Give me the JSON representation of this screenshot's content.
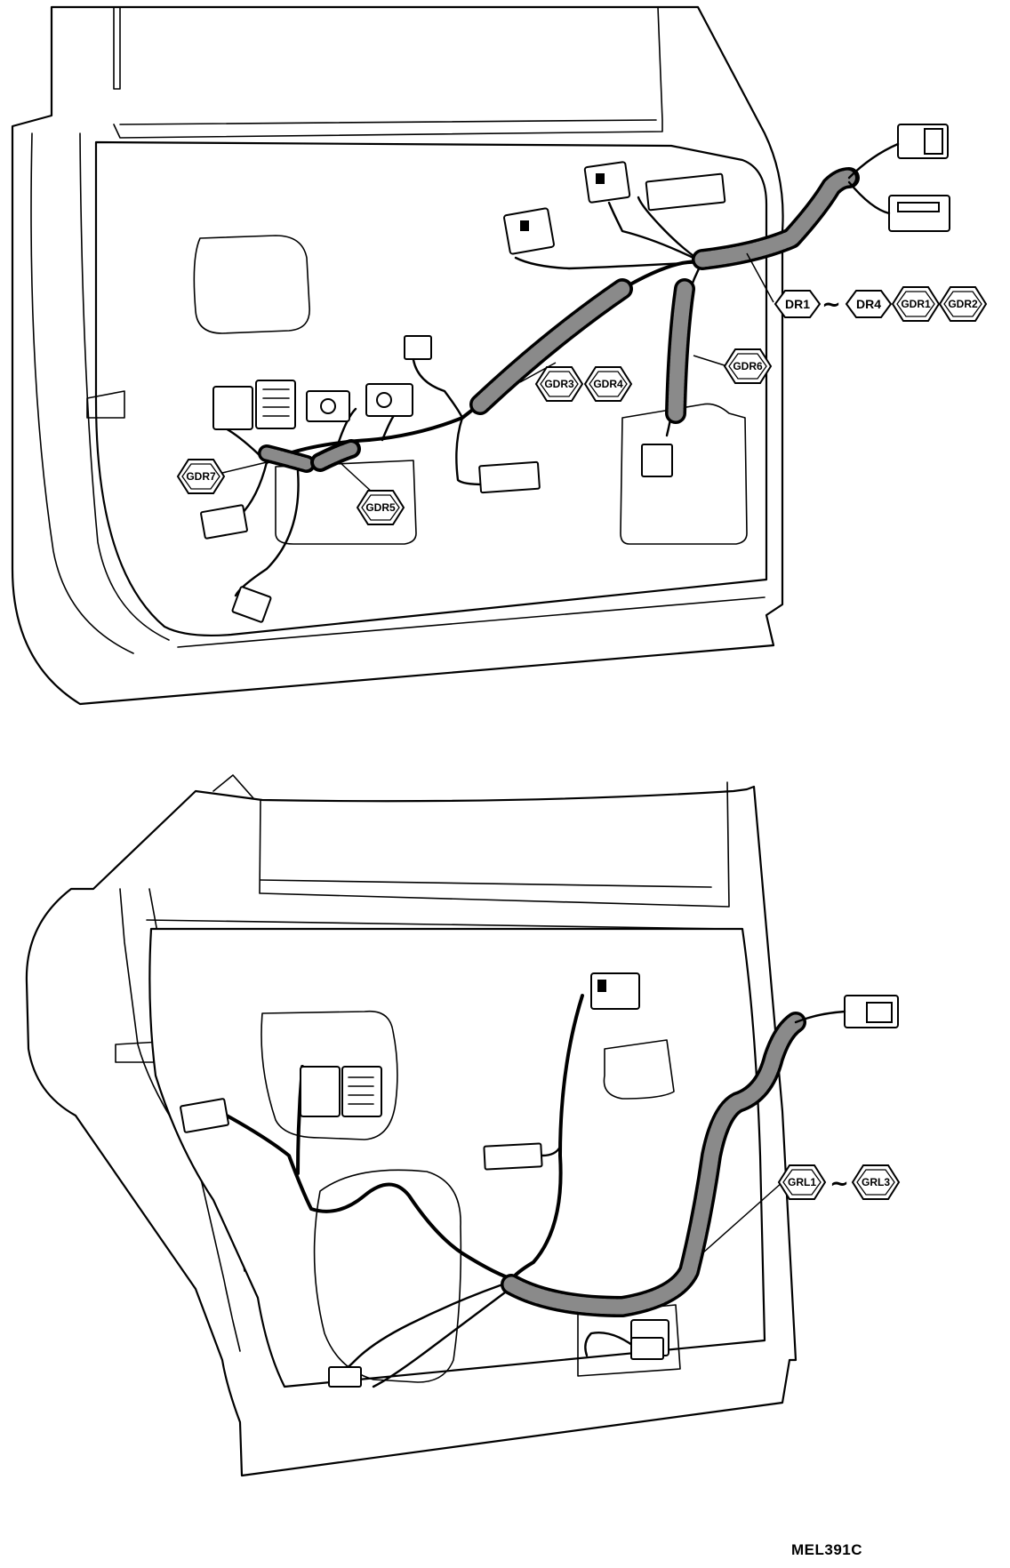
{
  "figure_id": "MEL391C",
  "range_separator": "~",
  "front_door": {
    "labels": {
      "dr1": "DR1",
      "dr4": "DR4",
      "gdr1": "GDR1",
      "gdr2": "GDR2",
      "gdr3": "GDR3",
      "gdr4": "GDR4",
      "gdr5": "GDR5",
      "gdr6": "GDR6",
      "gdr7": "GDR7"
    }
  },
  "rear_door": {
    "labels": {
      "grl1": "GRL1",
      "grl3": "GRL3"
    }
  }
}
